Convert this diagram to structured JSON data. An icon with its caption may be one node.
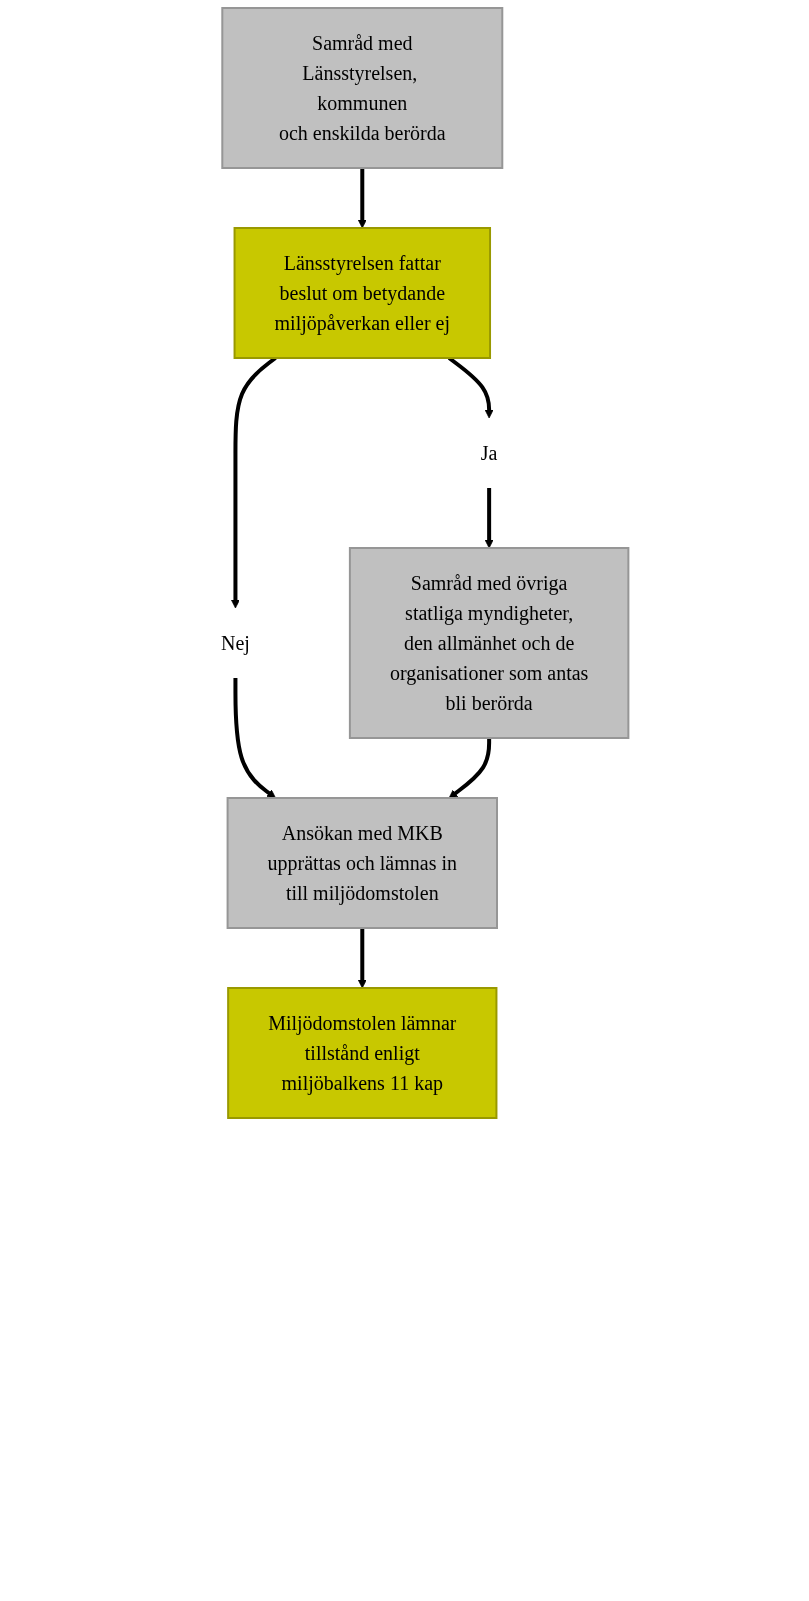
{
  "diagram": {
    "nodes": [
      {
        "text": [
          "Samråd med Länsstyrelsen, kommunen och enskilda berörda"
        ]
      },
      {
        "text": [
          "Länsstyrelsen fattar beslut om betydande miljöpåverkan eller ej"
        ]
      },
      {
        "text": [
          "Ja"
        ]
      },
      {
        "text": [
          "Samråd med övriga statliga myndigheter, den allmänhet och de organisationer som antas bli berörda"
        ]
      },
      {
        "text": [
          "Nej"
        ]
      },
      {
        "text": [
          "Ansökan med MKB upprättas och lämnas in till miljödomstolen"
        ]
      },
      {
        "text": [
          "Miljödomstolen lämnar tillstånd enligt miljöbalkens 11 kap"
        ]
      }
    ],
    "edges": [
      {
        "from": 0,
        "to": 1,
        "arrow": "to"
      },
      {
        "from": 1,
        "to": 2,
        "arrow": "to"
      },
      {
        "from": 2,
        "to": 3,
        "arrow": "to"
      },
      {
        "from": 1,
        "to": 4,
        "arrow": "to"
      },
      {
        "from": 4,
        "to": 5,
        "arrow": "to"
      },
      {
        "from": 3,
        "to": 5,
        "arrow": "to"
      },
      {
        "from": 5,
        "to": 6,
        "arrow": "to"
      }
    ]
  }
}
